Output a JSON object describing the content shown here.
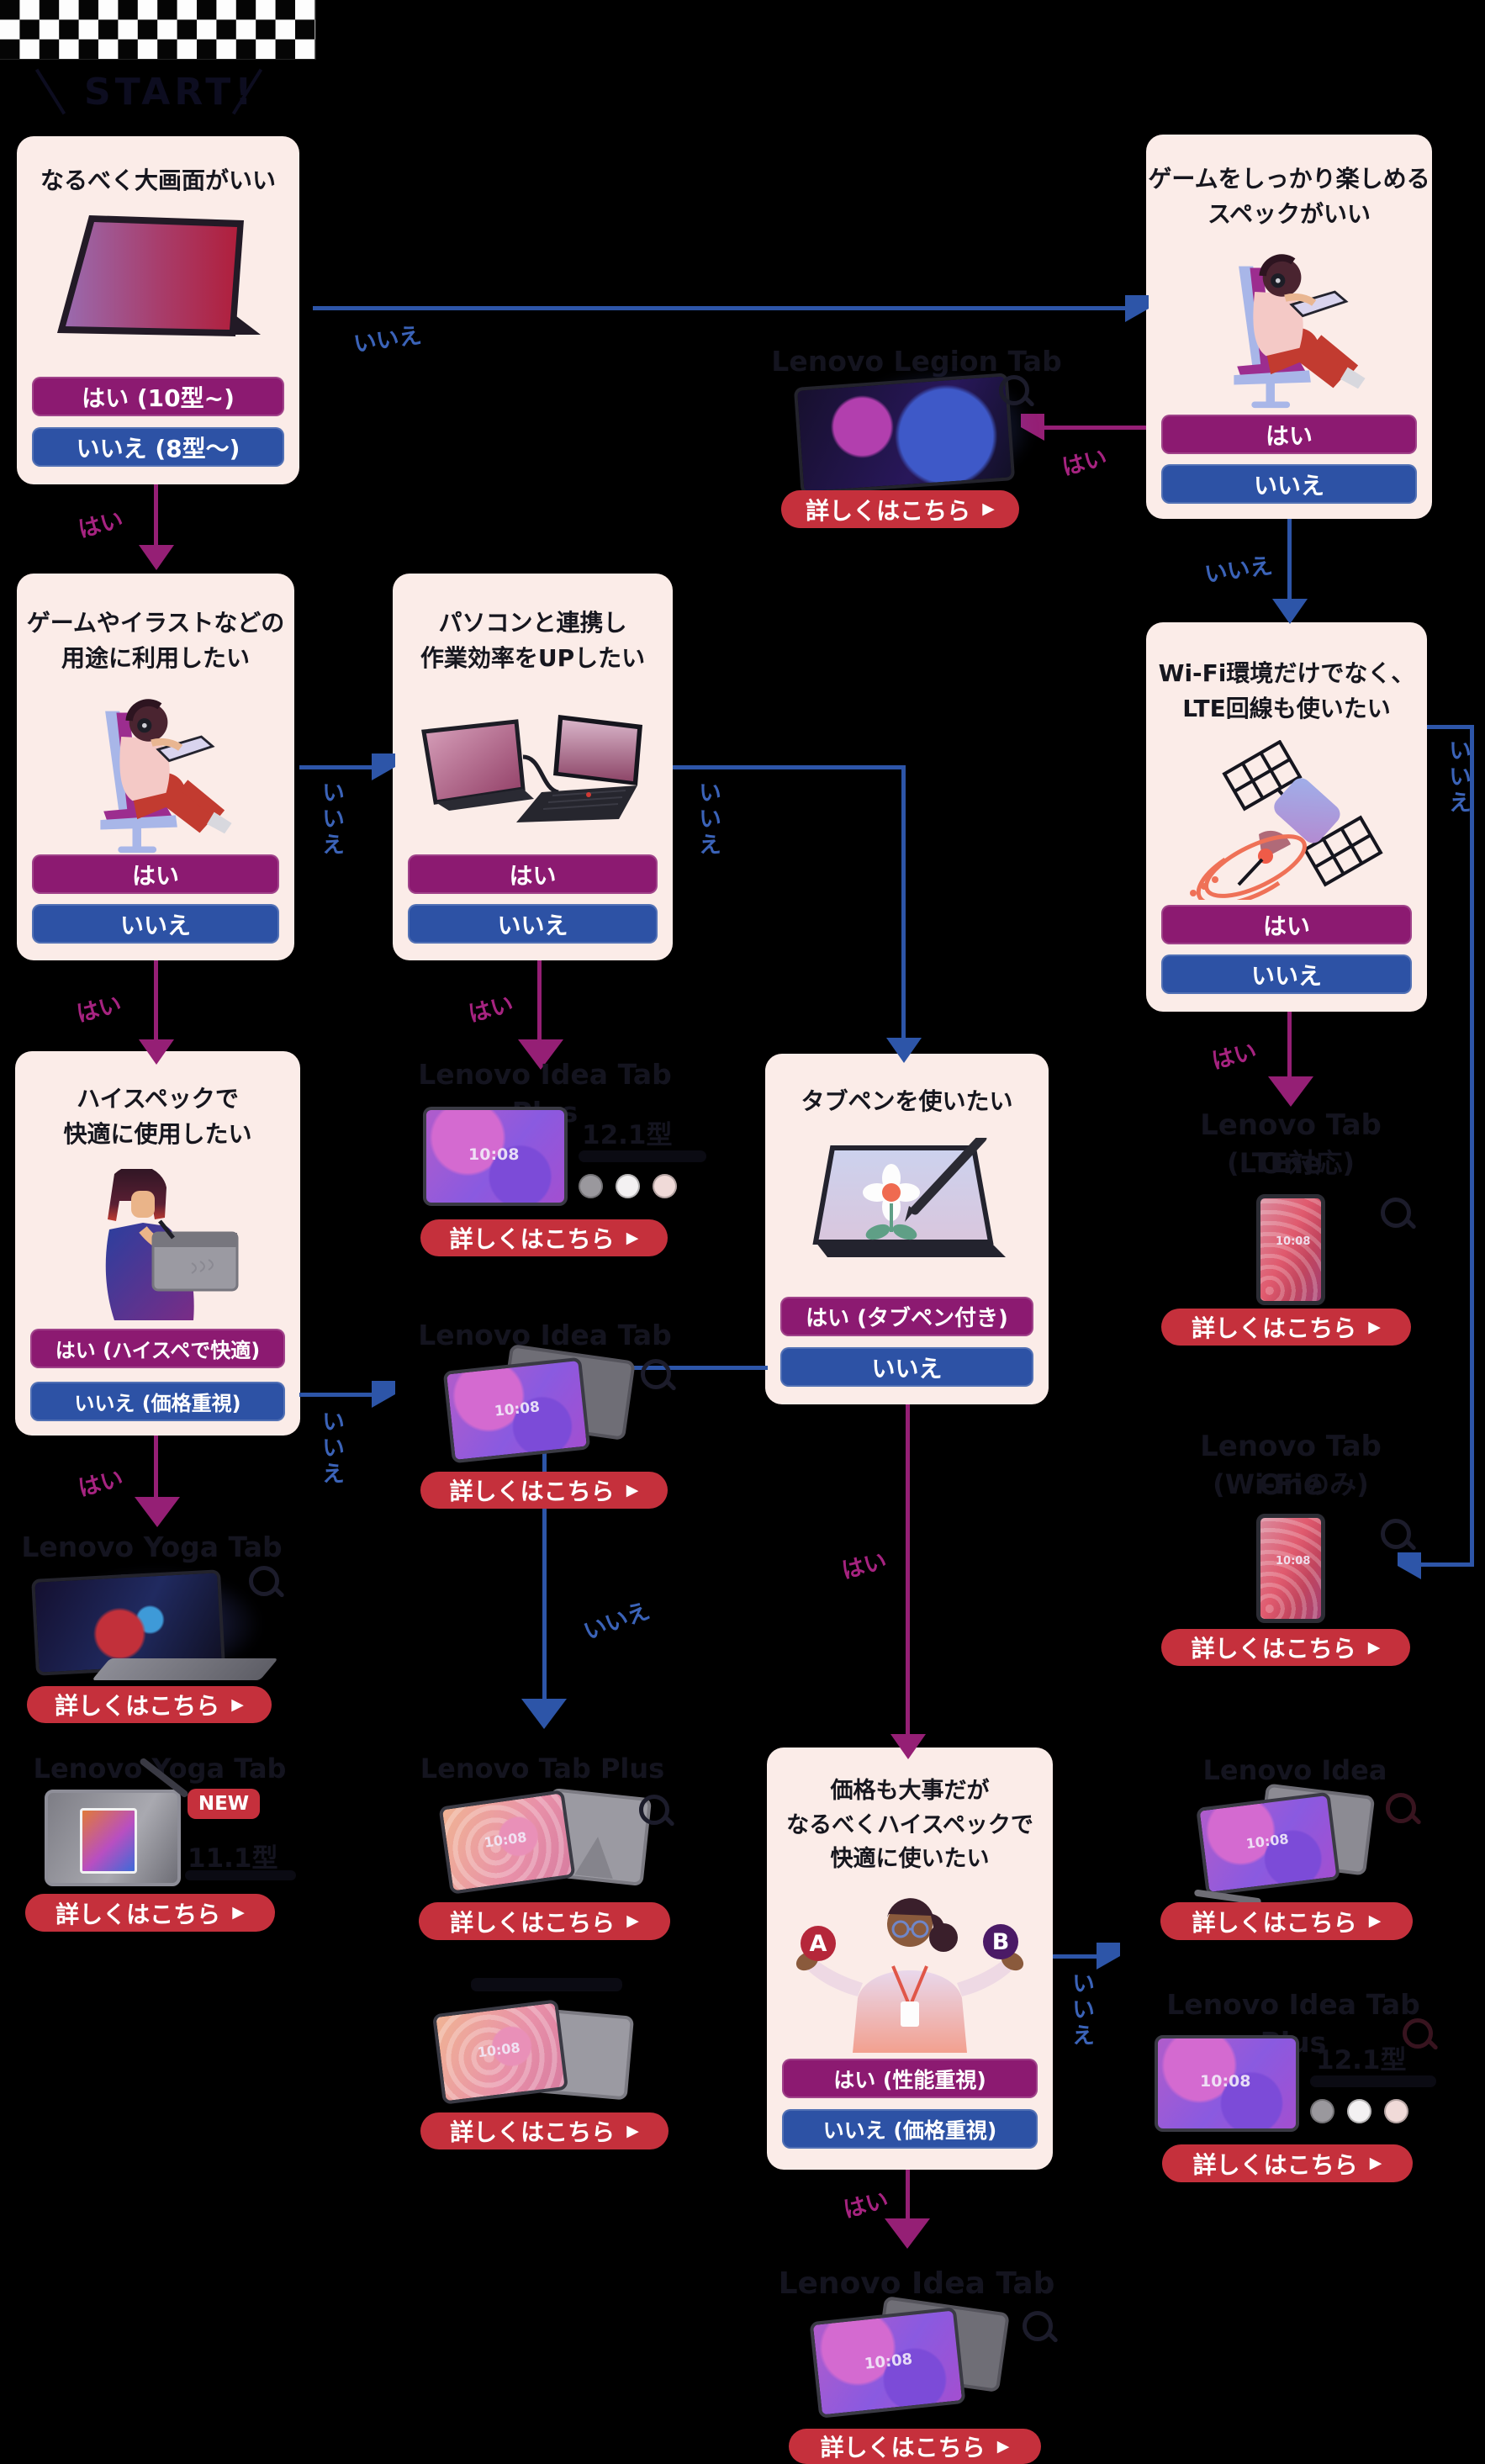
{
  "start": {
    "label": "START!"
  },
  "shared": {
    "yes": "はい",
    "no": "いいえ",
    "cta": "詳しくはこちら",
    "time": "10:08",
    "new_badge": "NEW"
  },
  "questions": {
    "big_screen": {
      "title": "なるべく大画面がいい",
      "yes": "はい (10型~)",
      "no": "いいえ (8型〜)"
    },
    "game_spec": {
      "title": "ゲームをしっかり楽しめる\nスペックがいい",
      "yes": "はい",
      "no": "いいえ"
    },
    "game_illust": {
      "title": "ゲームやイラストなどの\n用途に利用したい",
      "yes": "はい",
      "no": "いいえ"
    },
    "pc_link": {
      "title": "パソコンと連携し\n作業効率をUPしたい",
      "yes": "はい",
      "no": "いいえ"
    },
    "lte": {
      "title": "Wi-Fi環境だけでなく、\nLTE回線も使いたい",
      "yes": "はい",
      "no": "いいえ"
    },
    "high_spec": {
      "title": "ハイスペックで\n快適に使用したい",
      "yes": "はい (ハイスペで快適)",
      "no": "いいえ (価格重視)"
    },
    "pen": {
      "title": "タブペンを使いたい",
      "yes": "はい (タブペン付き)",
      "no": "いいえ"
    },
    "price_spec": {
      "title": "価格も大事だが\nなるべくハイスペックで\n快適に使いたい",
      "yes": "はい (性能重視)",
      "no": "いいえ (価格重視)",
      "badge_a": "A",
      "badge_b": "B"
    }
  },
  "products": {
    "legion": {
      "name": "Lenovo Legion Tab"
    },
    "idea_tab_plus_mid": {
      "name": "Lenovo Idea Tab Plus",
      "size": "12.1型"
    },
    "idea_tab_pro_mid": {
      "name": "Lenovo Idea Tab Pro"
    },
    "tab_one_lte": {
      "name": "Lenovo Tab One",
      "variant": "(LTE対応)"
    },
    "tab_one_wifi": {
      "name": "Lenovo Tab One",
      "variant": "(Wi-Fiのみ)"
    },
    "yoga_tab_plus": {
      "name": "Lenovo Yoga Tab Plus"
    },
    "yoga_tab": {
      "name": "Lenovo Yoga Tab",
      "size": "11.1型"
    },
    "tab_plus_mid": {
      "name": "Lenovo Tab Plus"
    },
    "idea_tab_kb": {
      "name": "Lenovo Idea Tab"
    },
    "idea_tab_plus_right": {
      "name": "Lenovo Idea Tab Plus",
      "size": "12.1型"
    },
    "idea_tab_pro_bottom": {
      "name": "Lenovo Idea Tab Pro"
    }
  },
  "colors": {
    "yes_button": "#8c1a71",
    "no_button": "#2d52a5",
    "cta_button": "#c5303c",
    "flow_yes": "#a62380",
    "flow_no": "#3b63b8",
    "box_bg": "#fbece8"
  }
}
